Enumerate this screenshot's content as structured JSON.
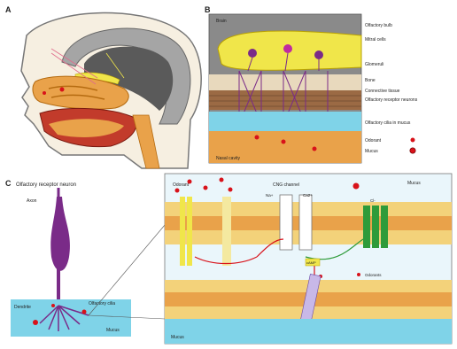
{
  "figure": {
    "panels": [
      {
        "letter": "A"
      },
      {
        "letter": "B"
      },
      {
        "letter": "C",
        "title": "Olfactory receptor neuron"
      }
    ],
    "panel_b": {
      "right_labels": [
        "Olfactory bulb",
        "Mitral cells",
        "Glomeruli",
        "Bone",
        "Connective tissue",
        "Olfactory receptor neurons",
        "Olfactory cilia in mucus",
        "Odorant",
        "Mucus"
      ],
      "top_label": "Brain",
      "bottom_label": "Nasal cavity"
    },
    "panel_c": {
      "neuron_label": "Axon",
      "dendrite_label": "Dendrite",
      "cilia_label": "Olfactory cilia",
      "mucus_label": "Mucus",
      "odorant_label": "Odorant",
      "cng_label": "CNG channel",
      "camp_label": "cAMP",
      "ca_label": "Ca2+",
      "na_label": "Na+",
      "cl_label": "Cl-",
      "lower_mucus_label": "Mucus",
      "odorant_key_label": "Odorants"
    },
    "colors": {
      "mucus": "#7fd3e8",
      "membrane_yellow": "#f3d27a",
      "membrane_orange": "#e9a24a",
      "neuron_purple": "#7a2b88",
      "odorant_red": "#d8121a",
      "bulb_yellow": "#f0e64a",
      "brain_gray": "#a5a5a5",
      "skin": "#f6efe1"
    }
  }
}
